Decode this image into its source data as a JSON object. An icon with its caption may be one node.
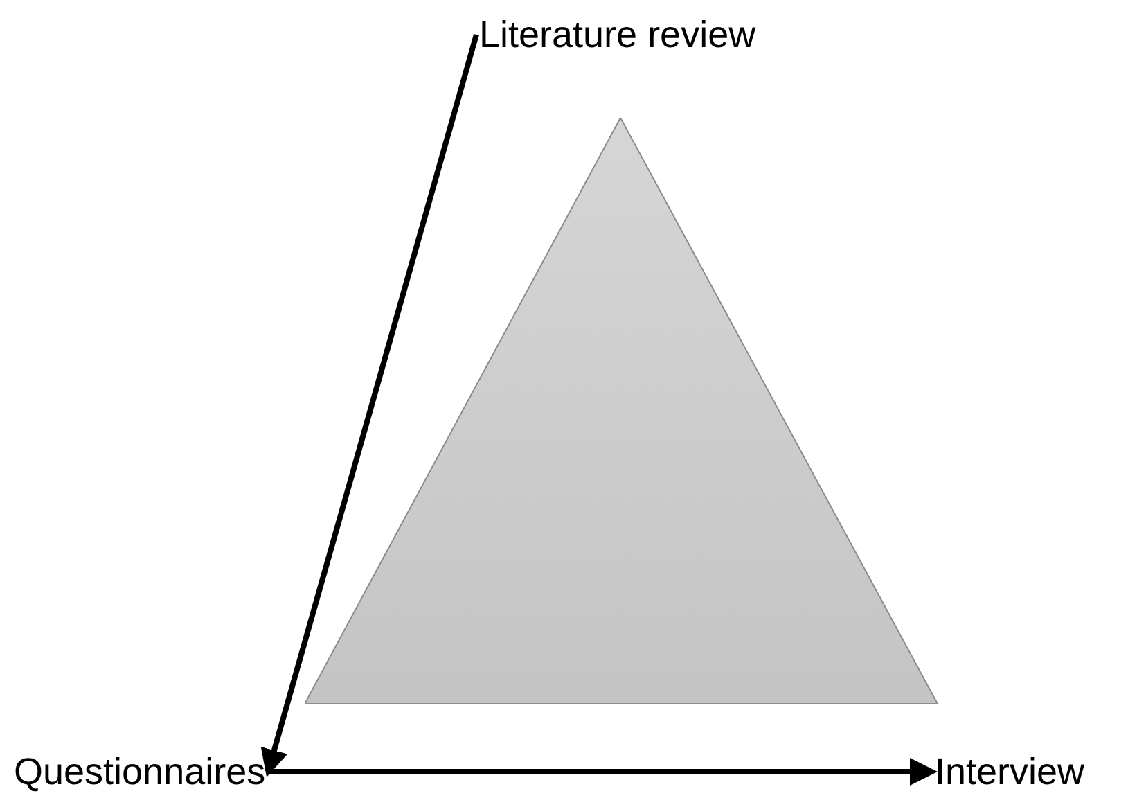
{
  "diagram": {
    "nodes": [
      {
        "text": [
          "Literature review"
        ]
      },
      {
        "text": [
          "Questionnaires"
        ]
      },
      {
        "text": [
          "Interview"
        ]
      },
      {
        "text": [],
        "shape": "triangle"
      }
    ],
    "edges": [
      {
        "from": 0,
        "to": 1,
        "arrow": "to"
      },
      {
        "from": 1,
        "to": 2,
        "arrow": "to"
      }
    ]
  }
}
